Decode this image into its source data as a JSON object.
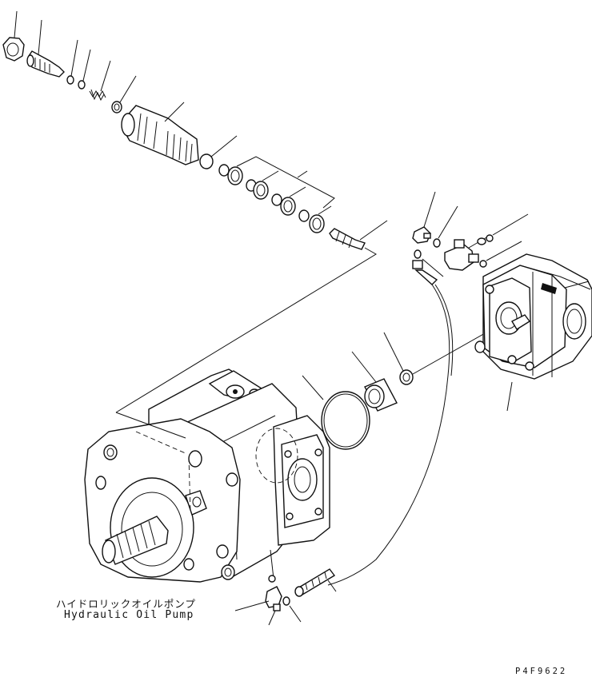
{
  "caption": {
    "japanese": "ハイドロリックオイルポンプ",
    "english": "Hydraulic Oil Pump"
  },
  "drawing_code": "P4F9622"
}
